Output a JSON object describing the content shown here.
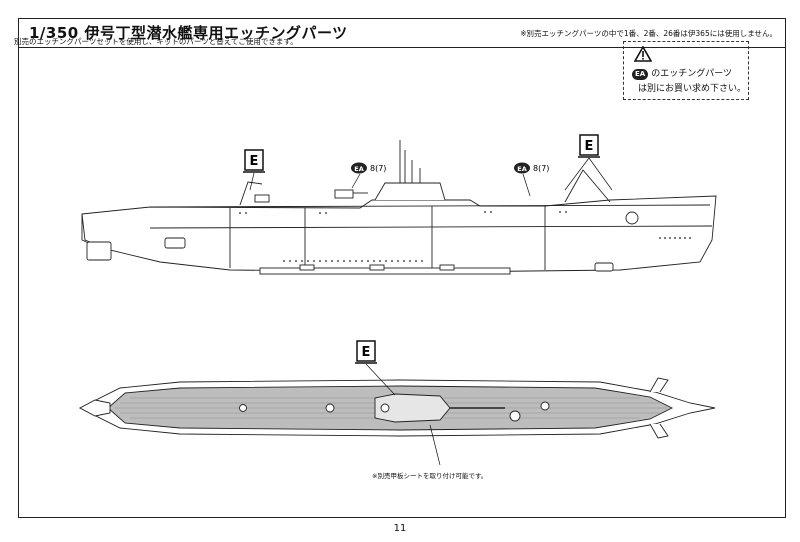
{
  "header": {
    "title": "1/350 伊号丁型潜水艦専用エッチングパーツ",
    "note": "※別売エッチングパーツの中で1番、2番、26番は伊365には使用しません。"
  },
  "subtitle": "別売のエッチングパーツセットを使用し、キットのパーツと替えてご使用できます。",
  "warning": {
    "badge": "EA",
    "line1": "のエッチングパーツ",
    "line2": "は別にお買い求め下さい。"
  },
  "callouts": {
    "e_label": "E",
    "ea_label": "EA",
    "ea_part": "8(7)"
  },
  "deck_note": "※別売甲板シートを取り付け可能です。",
  "page_number": "11"
}
